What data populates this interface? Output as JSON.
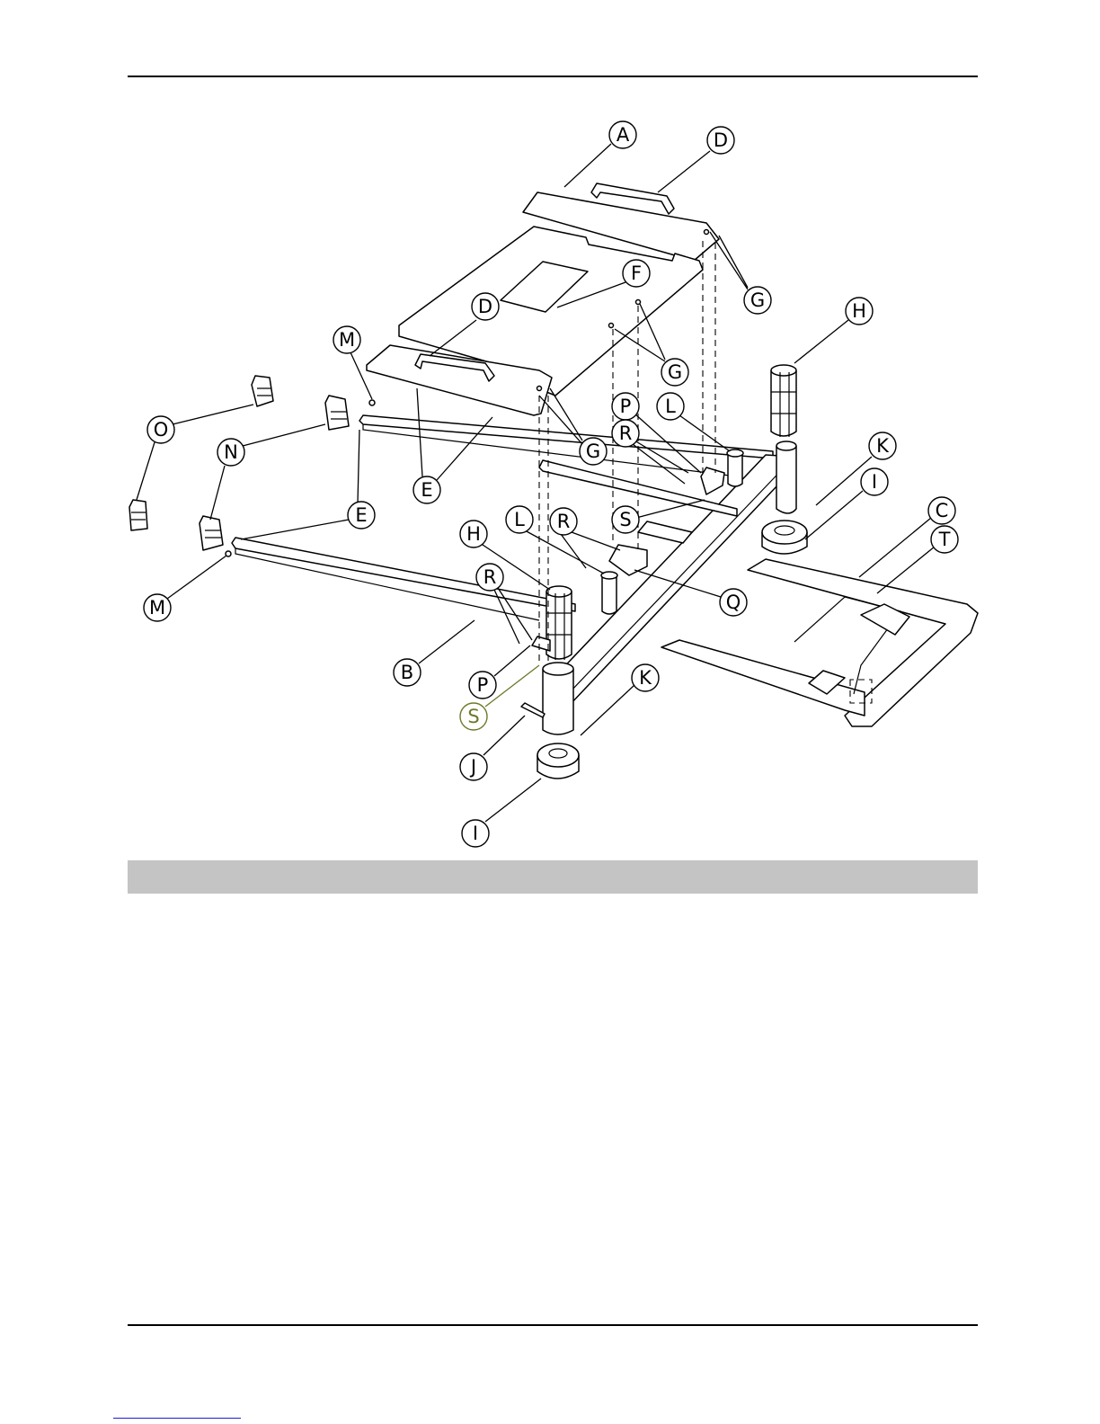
{
  "callouts": {
    "A": "A",
    "D1": "D",
    "D2": "D",
    "F": "F",
    "G1": "G",
    "G2": "G",
    "G3": "G",
    "H1": "H",
    "H2": "H",
    "M1": "M",
    "M2": "M",
    "O": "O",
    "N": "N",
    "E1": "E",
    "E2": "E",
    "P1": "P",
    "P2": "P",
    "L1": "L",
    "L2": "L",
    "R1": "R",
    "R2": "R",
    "R3": "R",
    "K1": "K",
    "K2": "K",
    "I1": "I",
    "I2": "I",
    "S1": "S",
    "S2": "S",
    "C": "C",
    "T": "T",
    "Q": "Q",
    "B": "B",
    "J": "J"
  },
  "colors": {
    "highlight_callout": "#6b7a2a",
    "table_header": "#c4c4c4"
  }
}
